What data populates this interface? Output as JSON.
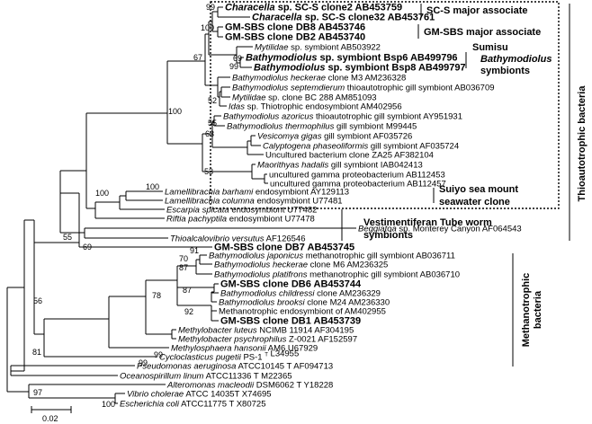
{
  "leaves": [
    {
      "id": "char2",
      "parts": [
        {
          "t": "Characella",
          "i": true
        },
        {
          "t": " sp. SC-S clone2 AB453759"
        }
      ],
      "bold": true
    },
    {
      "id": "char32",
      "parts": [
        {
          "t": "Characella",
          "i": true
        },
        {
          "t": " sp. SC-S clone32 AB453761"
        }
      ],
      "bold": true
    },
    {
      "id": "db8",
      "parts": [
        {
          "t": "GM-SBS clone DB8 AB453746"
        }
      ],
      "bold": true
    },
    {
      "id": "db2",
      "parts": [
        {
          "t": "GM-SBS clone DB2 AB453740"
        }
      ],
      "bold": true
    },
    {
      "id": "myt1",
      "parts": [
        {
          "t": "Mytilidae",
          "i": true
        },
        {
          "t": " sp. symbiont AB503922"
        }
      ]
    },
    {
      "id": "bsp6",
      "parts": [
        {
          "t": "Bathymodiolus",
          "i": true
        },
        {
          "t": " sp. symbiont Bsp6  AB499796"
        }
      ],
      "bold": true
    },
    {
      "id": "bsp8",
      "parts": [
        {
          "t": "Bathymodiolus",
          "i": true
        },
        {
          "t": " sp. symbiont Bsp8  AB499797"
        }
      ],
      "bold": true
    },
    {
      "id": "heck3",
      "parts": [
        {
          "t": "Bathymodiolus heckerae",
          "i": true
        },
        {
          "t": " clone M3 AM236328"
        }
      ]
    },
    {
      "id": "sept",
      "parts": [
        {
          "t": "Bathymodiolus septemdierum",
          "i": true
        },
        {
          "t": " thioautotrophic gill symbiont AB036709"
        }
      ]
    },
    {
      "id": "myt2",
      "parts": [
        {
          "t": "Mytilidae",
          "i": true
        },
        {
          "t": " sp. clone BC 288 AM851093"
        }
      ]
    },
    {
      "id": "idas",
      "parts": [
        {
          "t": "Idas",
          "i": true
        },
        {
          "t": " sp. Thiotrophic endosymbiont AM402956"
        }
      ]
    },
    {
      "id": "azor",
      "parts": [
        {
          "t": "Bathymodiolus azoricus",
          "i": true
        },
        {
          "t": " thioautotrophic gill symbiont AY951931"
        }
      ]
    },
    {
      "id": "therm",
      "parts": [
        {
          "t": "Bathymodiolus thermophilus",
          "i": true
        },
        {
          "t": " gill symbiont M99445"
        }
      ]
    },
    {
      "id": "vesi",
      "parts": [
        {
          "t": "Vesicomya gigas",
          "i": true
        },
        {
          "t": " gill symbiont AF035726"
        }
      ]
    },
    {
      "id": "caly",
      "parts": [
        {
          "t": "Calyptogena phaseoliformis",
          "i": true
        },
        {
          "t": " gill symbiont AF035724"
        }
      ]
    },
    {
      "id": "za25",
      "parts": [
        {
          "t": "Uncultured bacterium clone ZA25 AF382104"
        }
      ]
    },
    {
      "id": "maor",
      "parts": [
        {
          "t": "Maorithyas hadalis",
          "i": true
        },
        {
          "t": " gill symbiont IAB042413"
        }
      ]
    },
    {
      "id": "ug1",
      "parts": [
        {
          "t": "uncultured gamma proteobacterium AB112453"
        }
      ]
    },
    {
      "id": "ug2",
      "parts": [
        {
          "t": "uncultured gamma proteobacterium AB112457"
        }
      ]
    },
    {
      "id": "barn",
      "parts": [
        {
          "t": "Lamellibrachia barhami",
          "i": true
        },
        {
          "t": " endosymbiont AY129113"
        }
      ]
    },
    {
      "id": "colu",
      "parts": [
        {
          "t": "Lamellibrachia columna",
          "i": true
        },
        {
          "t": " endosymbiont U77481"
        }
      ]
    },
    {
      "id": "esca",
      "parts": [
        {
          "t": "Escarpia spicata",
          "i": true
        },
        {
          "t": " endosymbiont U77482"
        }
      ]
    },
    {
      "id": "rift",
      "parts": [
        {
          "t": "Riftia pachyptila",
          "i": true
        },
        {
          "t": " endosymbiont    U77478"
        }
      ]
    },
    {
      "id": "begg",
      "parts": [
        {
          "t": "Beggiatoa",
          "i": true
        },
        {
          "t": " sp. Monterey Canyon AF064543"
        }
      ]
    },
    {
      "id": "thio",
      "parts": [
        {
          "t": "Thioalcalovibrio versutus",
          "i": true
        },
        {
          "t": "  AF126546"
        }
      ]
    },
    {
      "id": "db7",
      "parts": [
        {
          "t": "GM-SBS clone DB7 AB453745"
        }
      ],
      "bold": true
    },
    {
      "id": "japo",
      "parts": [
        {
          "t": "Bathymodiolus japonicus",
          "i": true
        },
        {
          "t": " methanotrophic gill symbiont AB036711"
        }
      ]
    },
    {
      "id": "heck6",
      "parts": [
        {
          "t": "Bathymodiolus heckerae",
          "i": true
        },
        {
          "t": " clone M6  AM236325"
        }
      ]
    },
    {
      "id": "plat",
      "parts": [
        {
          "t": "Bathymodiolus platifrons",
          "i": true
        },
        {
          "t": " methanotrophic gill symbiont AB036710"
        }
      ]
    },
    {
      "id": "db6",
      "parts": [
        {
          "t": "GM-SBS  clone DB6 AB453744"
        }
      ],
      "bold": true
    },
    {
      "id": "chil",
      "parts": [
        {
          "t": "Bathymodiolus childressi",
          "i": true
        },
        {
          "t": " clone AM236329"
        }
      ]
    },
    {
      "id": "broo",
      "parts": [
        {
          "t": "Bathymodiolus brooksi",
          "i": true
        },
        {
          "t": " clone M24 AM236330"
        }
      ]
    },
    {
      "id": "meth",
      "parts": [
        {
          "t": "Methanotrophic endosymbiont of  AM402955"
        }
      ]
    },
    {
      "id": "db1",
      "parts": [
        {
          "t": "GM-SBS  clone DB1 AB453739"
        }
      ],
      "bold": true
    },
    {
      "id": "mlut",
      "parts": [
        {
          "t": "Methylobacter luteus",
          "i": true
        },
        {
          "t": " NCIMB 11914 AF304195"
        }
      ]
    },
    {
      "id": "mpsy",
      "parts": [
        {
          "t": "Methylobacter psychrophilus",
          "i": true
        },
        {
          "t": " Z-0021 AF152597"
        }
      ]
    },
    {
      "id": "mhan",
      "parts": [
        {
          "t": "Methylosphaera hansonii",
          "i": true
        },
        {
          "t": " AM6 U67929"
        }
      ]
    },
    {
      "id": "cycl",
      "parts": [
        {
          "t": "Cycloclasticus pugetii",
          "i": true
        },
        {
          "t": " PS-1 "
        },
        {
          "t": "T",
          "sup": true
        },
        {
          "t": "  L34955"
        }
      ]
    },
    {
      "id": "pseu",
      "parts": [
        {
          "t": "Pseudomonas aeruginosa",
          "i": true
        },
        {
          "t": " ATCC10145 T AF094713"
        }
      ]
    },
    {
      "id": "ocea",
      "parts": [
        {
          "t": "Oceanospirillum linum",
          "i": true
        },
        {
          "t": " ATCC11336 T M22365"
        }
      ]
    },
    {
      "id": "alte",
      "parts": [
        {
          "t": "Alteromonas macleodii",
          "i": true
        },
        {
          "t": " DSM6062 T Y18228"
        }
      ]
    },
    {
      "id": "vibr",
      "parts": [
        {
          "t": "Vibrio cholerae",
          "i": true
        },
        {
          "t": " ATCC 14035T X74695"
        }
      ]
    },
    {
      "id": "esch",
      "parts": [
        {
          "t": "Escherichia coli",
          "i": true
        },
        {
          "t": " ATCC11775 T X80725"
        }
      ]
    }
  ],
  "bootstrap": [
    "99",
    "100",
    "67",
    "69",
    "99",
    "52",
    "100",
    "55",
    "63",
    "53",
    "100",
    "100",
    "55",
    "69",
    "91",
    "70",
    "87",
    "87",
    "92",
    "78",
    "99",
    "99",
    "81",
    "56",
    "97",
    "100"
  ],
  "groups": {
    "scs_label": "SC-S  major associate",
    "gmsbs_label": "GM-SBS major associate",
    "sumisu_line1": "Sumisu",
    "sumisu_line2": "Bathymodiolus",
    "sumisu_line3": "symbionts",
    "suiyo_line1": "Suiyo sea mount",
    "suiyo_line2": "seawater clone",
    "vesti_line1": "Vestimentiferan Tube worm",
    "vesti_line2": "symbionts",
    "thio_label": "Thioautotrophic bacteria",
    "metha_line1": "Methanotrophic",
    "metha_line2": "bacteria"
  },
  "scale": {
    "label": "0.02"
  }
}
